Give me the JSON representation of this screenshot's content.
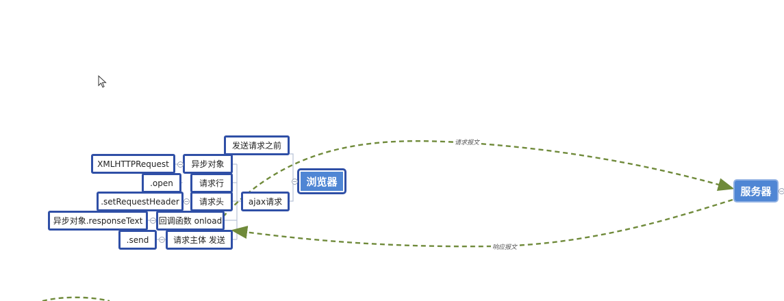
{
  "colors": {
    "node_border": "#2f4fa6",
    "main_node_fill": "#4f86d4",
    "connector": "#b8c2d6",
    "arrow": "#6f8a3a"
  },
  "browser": {
    "label": "浏览器"
  },
  "server": {
    "label": "服务器"
  },
  "branches": {
    "before_send": "发送请求之前",
    "ajax_request": "ajax请求",
    "async_object": "异步对象",
    "xml_http_request": "XMLHTTPRequest",
    "request_line": "请求行",
    "open": ".open",
    "request_header": "请求头",
    "set_request_header": ".setRequestHeader",
    "callback": "回调函数 onload",
    "response_text": "异步对象.responseText",
    "request_body": "请求主体 发送",
    "send": ".send"
  },
  "arrows": {
    "request_label": "请求报文",
    "response_label": "响应报文"
  },
  "cursor_icon": "mouse-pointer-icon"
}
